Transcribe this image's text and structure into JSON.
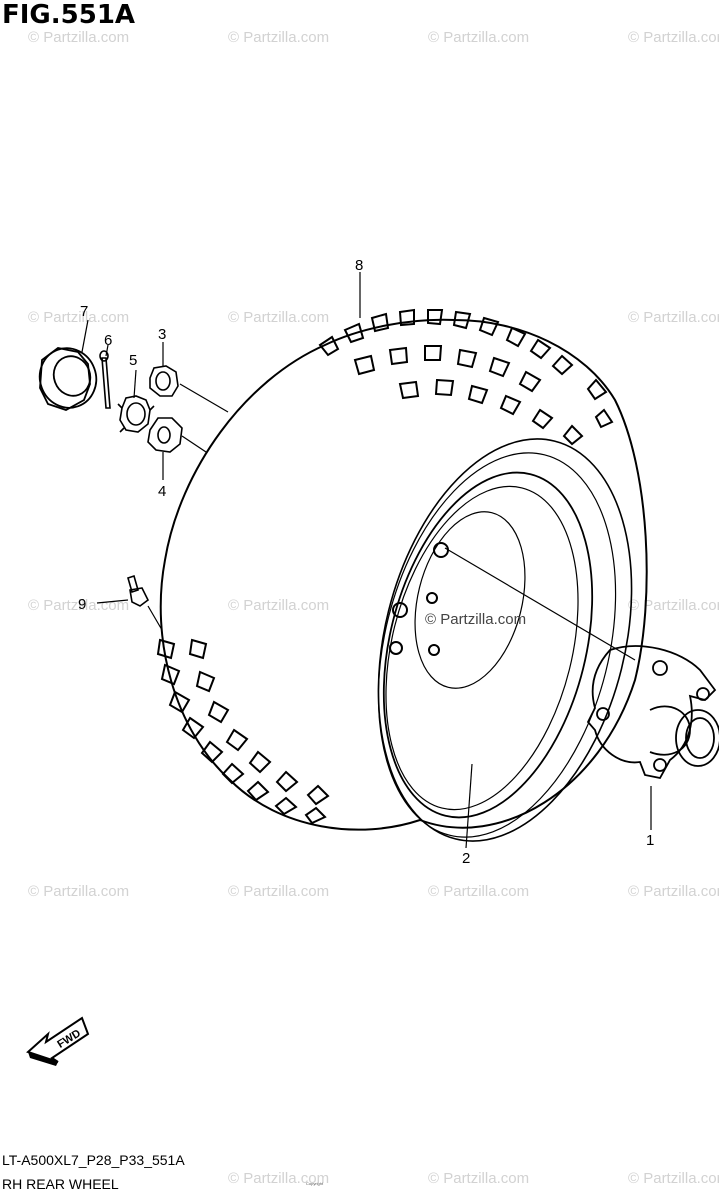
{
  "figure": {
    "title": "FIG.551A",
    "code": "LT-A500XL7_P28_P33_551A",
    "name": "RH REAR WHEEL",
    "fine_print": "Copyright"
  },
  "watermark": {
    "line1": "© Partzilla.com"
  },
  "center_watermark": "© Partzilla.com",
  "direction": {
    "label": "FWD"
  },
  "callouts": [
    {
      "number": "1",
      "part": "hub"
    },
    {
      "number": "2",
      "part": "rim"
    },
    {
      "number": "3",
      "part": "nut"
    },
    {
      "number": "4",
      "part": "washer"
    },
    {
      "number": "5",
      "part": "castle-nut"
    },
    {
      "number": "6",
      "part": "cotter-pin"
    },
    {
      "number": "7",
      "part": "hub-cap"
    },
    {
      "number": "8",
      "part": "tire"
    },
    {
      "number": "9",
      "part": "valve"
    }
  ],
  "colors": {
    "line": "#000000",
    "watermark": "#d2d2d2",
    "background": "#ffffff"
  }
}
